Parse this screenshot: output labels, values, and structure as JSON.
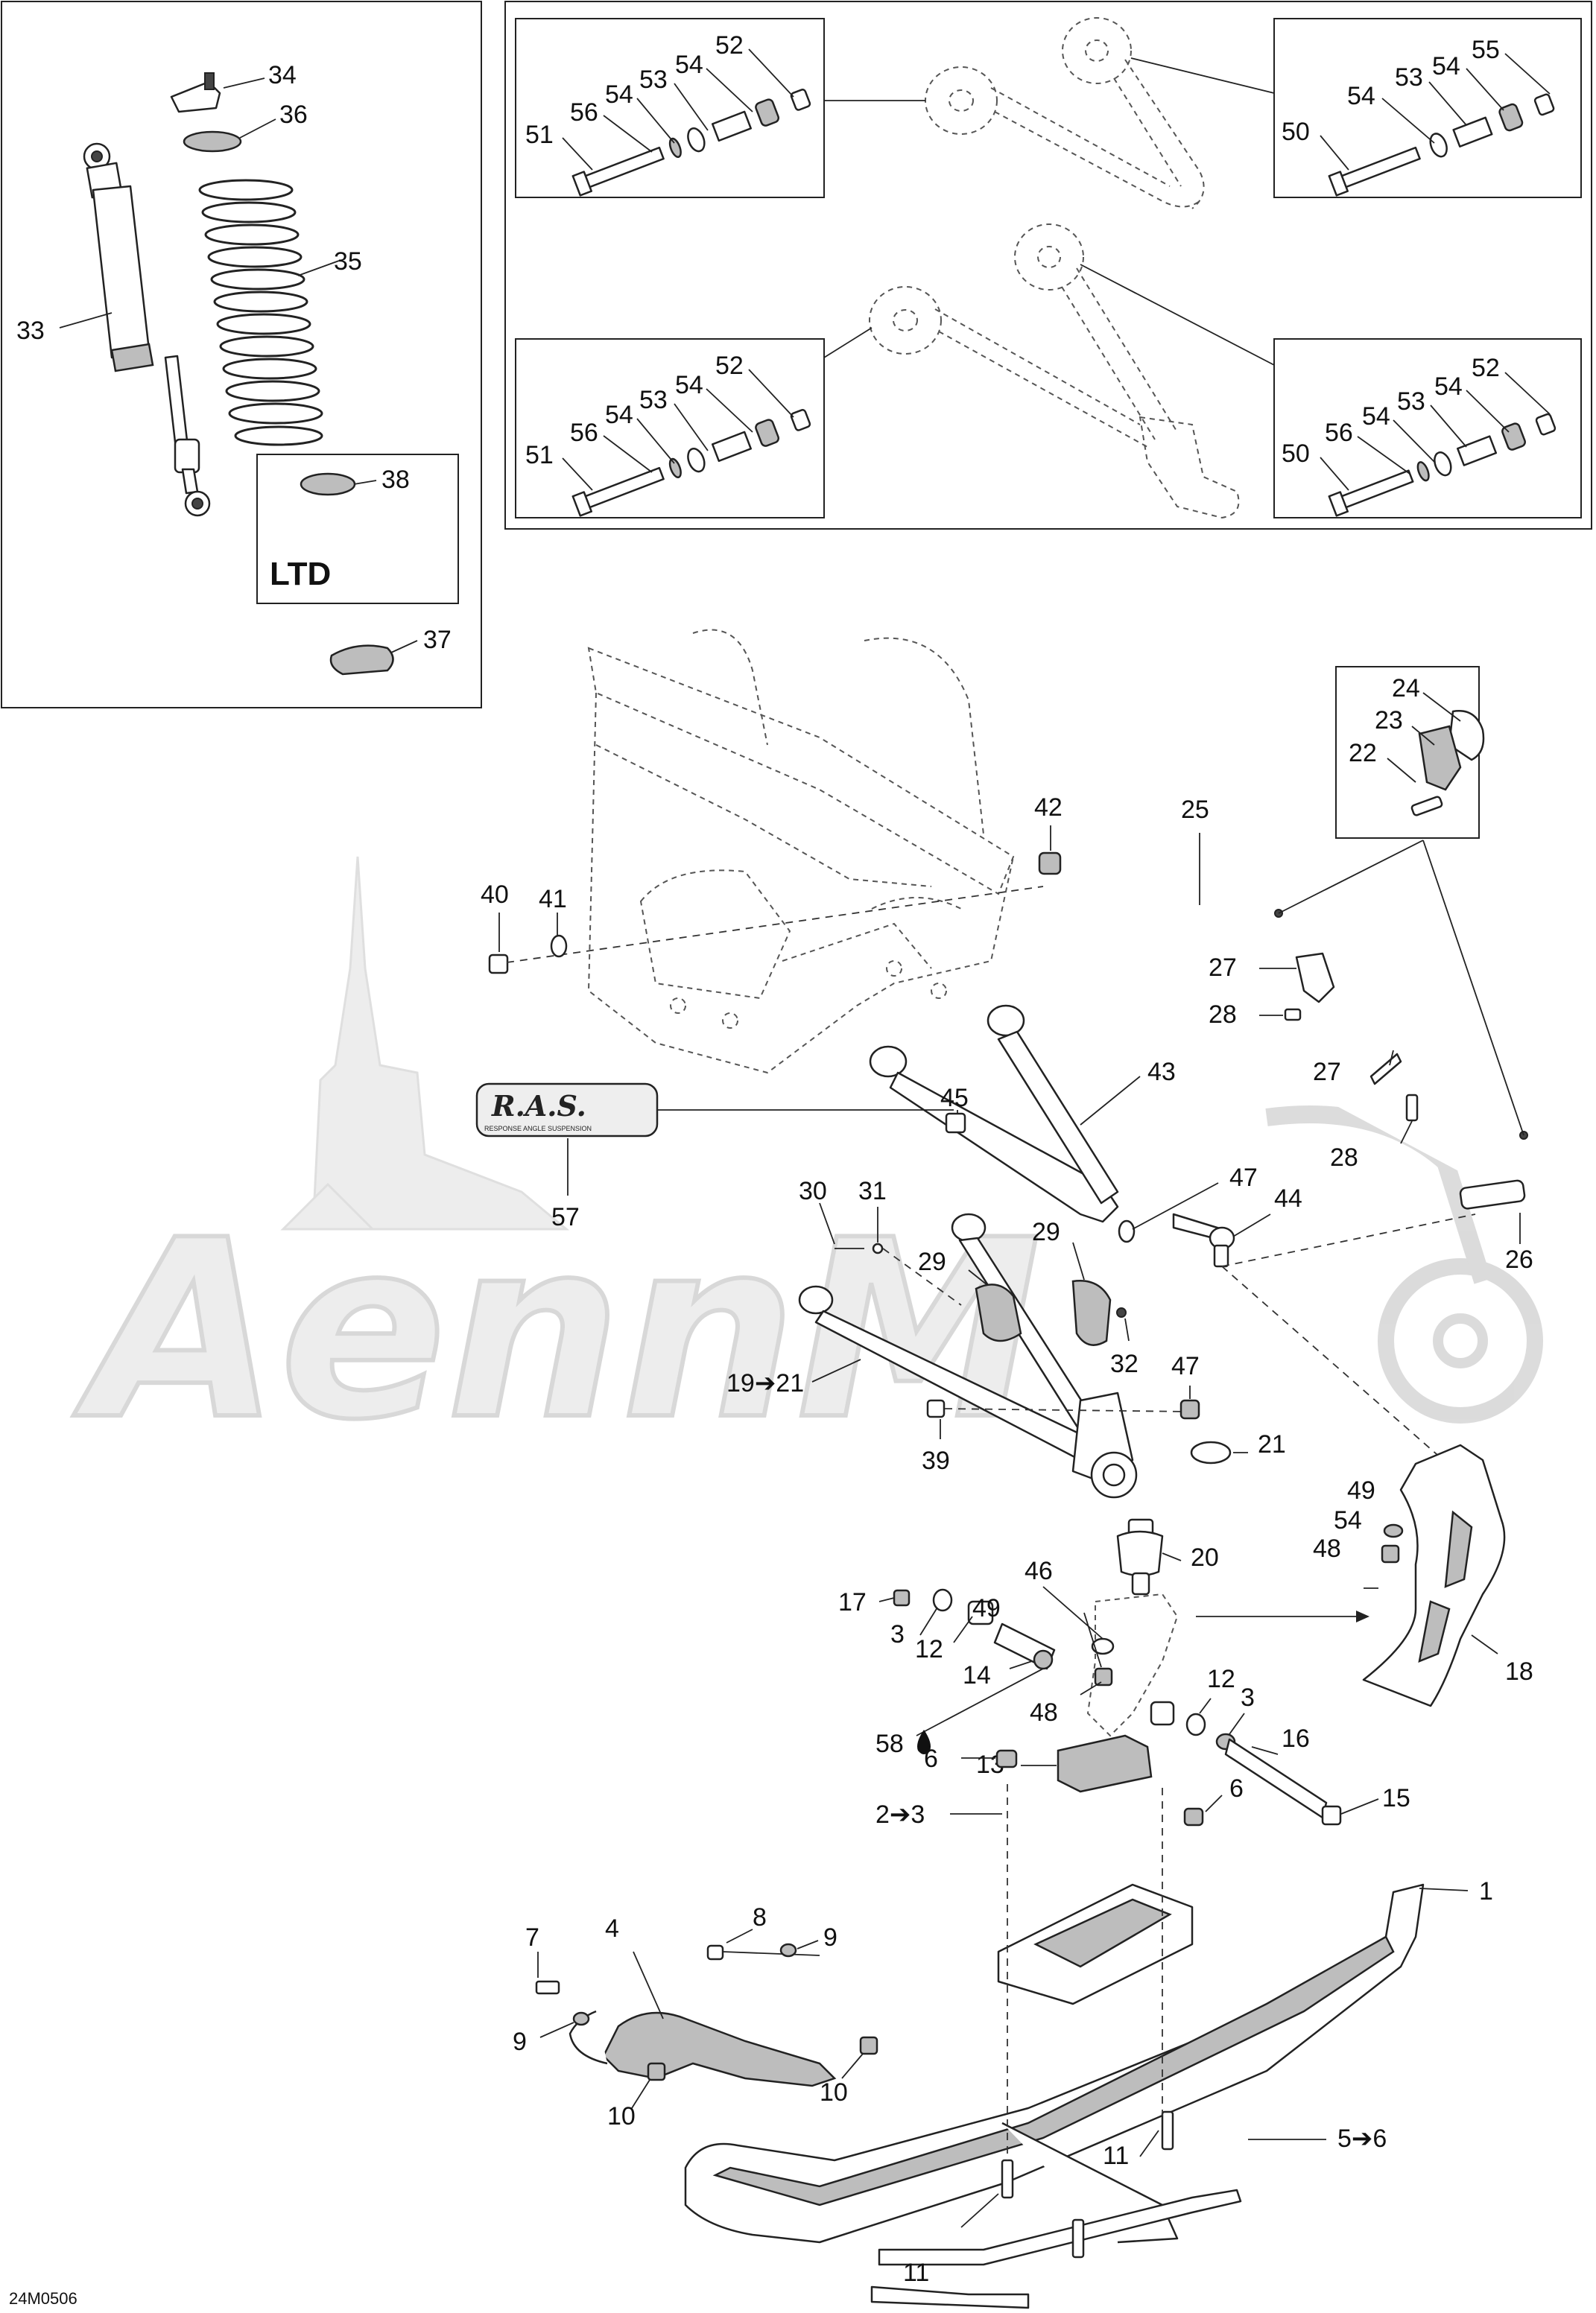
{
  "diagram_code": "24M0506",
  "ltd_label": "LTD",
  "logo_text": "R.A.S.",
  "logo_subtext": "RESPONSE ANGLE SUSPENSION",
  "watermark_text": "AennM",
  "callouts": {
    "c1": "1",
    "c2_3": "2➔3",
    "c3a": "3",
    "c3b": "3",
    "c4": "4",
    "c5_6": "5➔6",
    "c6a": "6",
    "c6b": "6",
    "c7": "7",
    "c8": "8",
    "c9a": "9",
    "c9b": "9",
    "c10a": "10",
    "c10b": "10",
    "c11a": "11",
    "c11b": "11",
    "c12a": "12",
    "c12b": "12",
    "c13": "13",
    "c14": "14",
    "c15": "15",
    "c16": "16",
    "c17": "17",
    "c18": "18",
    "c19_21": "19➔21",
    "c20": "20",
    "c21": "21",
    "c22": "22",
    "c23": "23",
    "c24": "24",
    "c25": "25",
    "c26": "26",
    "c27a": "27",
    "c27b": "27",
    "c28a": "28",
    "c28b": "28",
    "c29a": "29",
    "c29b": "29",
    "c30": "30",
    "c31": "31",
    "c32": "32",
    "c33": "33",
    "c34": "34",
    "c35": "35",
    "c36": "36",
    "c37": "37",
    "c38": "38",
    "c39": "39",
    "c40": "40",
    "c41": "41",
    "c42": "42",
    "c43": "43",
    "c44": "44",
    "c45": "45",
    "c46": "46",
    "c47a": "47",
    "c47b": "47",
    "c48a": "48",
    "c48b": "48",
    "c49a": "49",
    "c49b": "49",
    "c54": "54",
    "c57": "57",
    "c58": "58"
  },
  "hardware_boxes": [
    {
      "labels": [
        "51",
        "56",
        "54",
        "53",
        "54",
        "52"
      ]
    },
    {
      "labels": [
        "50",
        "54",
        "53",
        "54",
        "55"
      ]
    },
    {
      "labels": [
        "51",
        "56",
        "54",
        "53",
        "54",
        "52"
      ]
    },
    {
      "labels": [
        "50",
        "56",
        "54",
        "53",
        "54",
        "52"
      ]
    }
  ]
}
